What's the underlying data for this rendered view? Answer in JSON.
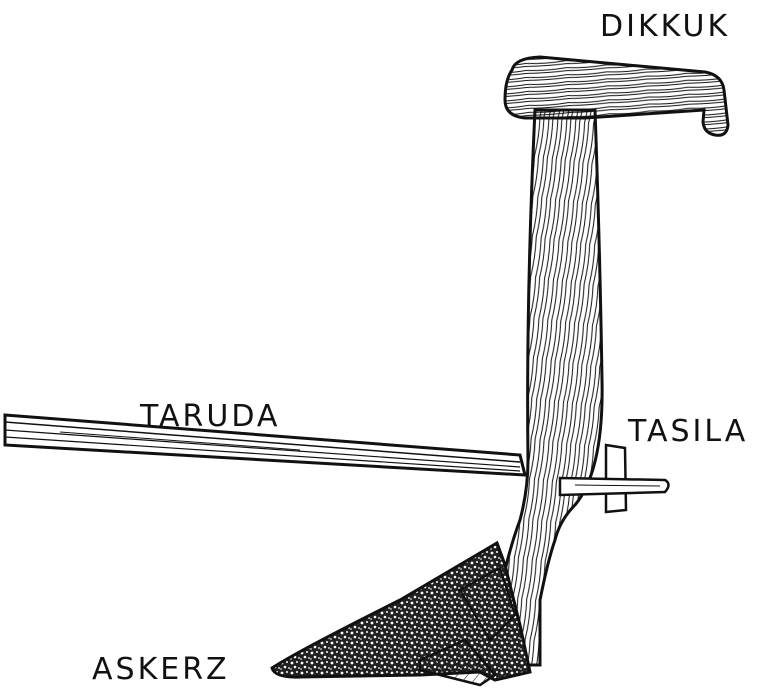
{
  "diagram": {
    "labels": {
      "handle": "DIKKUK",
      "beam": "TARUDA",
      "wedge": "TASILA",
      "share": "ASKERZ"
    },
    "colors": {
      "ink": "#111111",
      "background": "#ffffff"
    }
  }
}
